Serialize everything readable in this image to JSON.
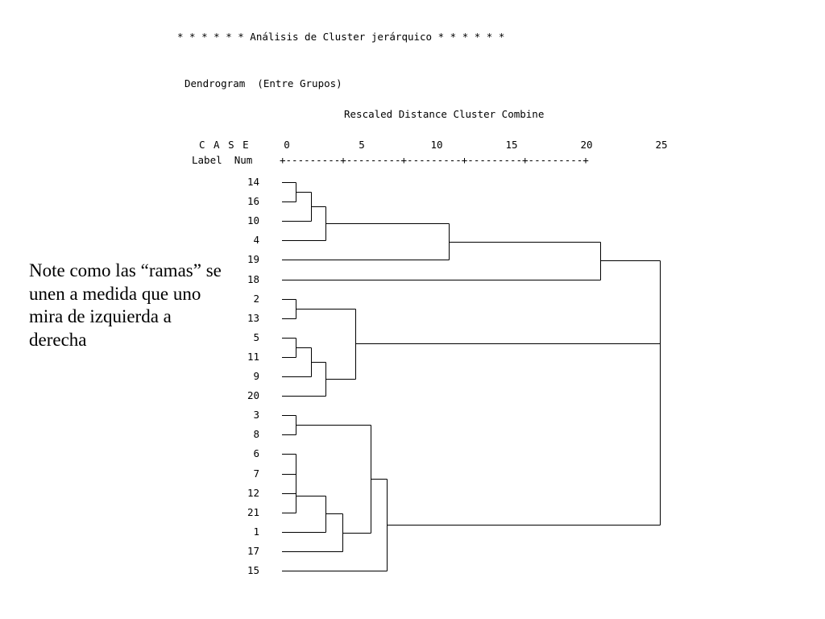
{
  "title": "* * * * * * Análisis de Cluster jerárquico * * * * * *",
  "subtitle": "Dendrogram  (Entre Grupos)",
  "axis_caption": "Rescaled Distance Cluster Combine",
  "header": {
    "case": "C A S E",
    "label": "Label",
    "num": "Num"
  },
  "axis": {
    "ticks": [
      "0",
      "5",
      "10",
      "15",
      "20",
      "25"
    ],
    "rule": "+---------+---------+---------+---------+---------+"
  },
  "cases": [
    "14",
    "16",
    "10",
    "4",
    "19",
    "18",
    "2",
    "13",
    "5",
    "11",
    "9",
    "20",
    "3",
    "8",
    "6",
    "7",
    "12",
    "21",
    "1",
    "17",
    "15"
  ],
  "merges": [
    {
      "a": "14",
      "b": "16",
      "d": 0.7
    },
    {
      "a": "M1",
      "b": "10",
      "d": 1.7
    },
    {
      "a": "M2",
      "b": "4",
      "d": 2.7
    },
    {
      "a": "M3",
      "b": "19",
      "d": 10.9
    },
    {
      "a": "M4",
      "b": "18",
      "d": 21.0
    },
    {
      "a": "2",
      "b": "13",
      "d": 0.7
    },
    {
      "a": "5",
      "b": "11",
      "d": 0.7
    },
    {
      "a": "M7",
      "b": "9",
      "d": 1.7
    },
    {
      "a": "M8",
      "b": "20",
      "d": 2.7
    },
    {
      "a": "M6",
      "b": "M9",
      "d": 4.7
    },
    {
      "a": "M5",
      "b": "M10",
      "d": 25.0
    },
    {
      "a": "3",
      "b": "8",
      "d": 0.7
    },
    {
      "a": "6",
      "b": "7",
      "d": 0.7
    },
    {
      "a": "M13",
      "b": "12",
      "d": 0.7
    },
    {
      "a": "M14",
      "b": "21",
      "d": 0.7
    },
    {
      "a": "M15",
      "b": "1",
      "d": 2.7
    },
    {
      "a": "M16",
      "b": "17",
      "d": 3.8
    },
    {
      "a": "M12",
      "b": "M17",
      "d": 5.7
    },
    {
      "a": "M18",
      "b": "15",
      "d": 6.8
    },
    {
      "a": "M11",
      "b": "M19",
      "d": 25.0
    }
  ],
  "note": "Note como las “ramas” se unen a medida que uno mira de izquierda a derecha"
}
